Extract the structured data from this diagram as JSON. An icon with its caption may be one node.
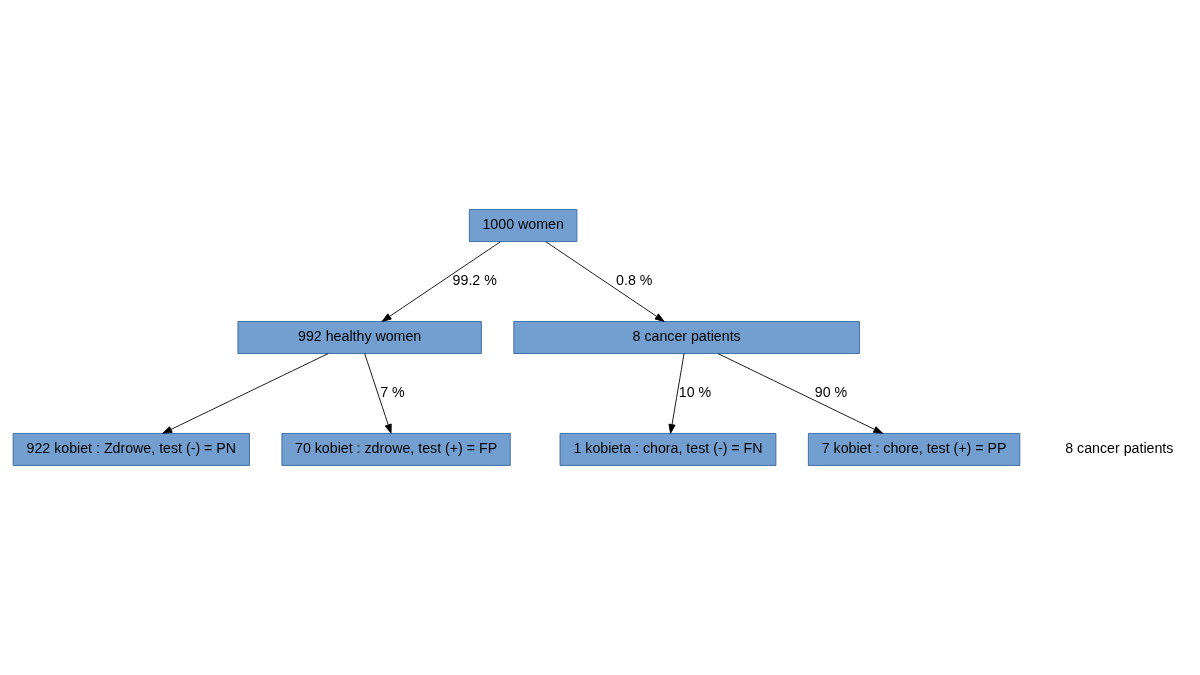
{
  "diagram": {
    "nodes": [
      {
        "text": [
          "1000 women"
        ]
      },
      {
        "text": [
          "992 healthy women"
        ]
      },
      {
        "text": [
          "8 cancer patients"
        ]
      },
      {
        "text": [
          "922 kobiet : Zdrowe, test (-) = PN"
        ]
      },
      {
        "text": [
          "70 kobiet : zdrowe, test (+) = FP"
        ]
      },
      {
        "text": [
          "1 kobieta : chora, test (-) = FN"
        ]
      },
      {
        "text": [
          "7 kobiet : chore, test (+) = PP"
        ]
      }
    ],
    "edges": [
      {
        "from": 0,
        "to": 1,
        "arrow": "to",
        "label": "99.2 %"
      },
      {
        "from": 0,
        "to": 2,
        "arrow": "to",
        "label": "0.8 %"
      },
      {
        "from": 1,
        "to": 3,
        "arrow": "to"
      },
      {
        "from": 1,
        "to": 4,
        "arrow": "to",
        "label": "7 %"
      },
      {
        "from": 2,
        "to": 5,
        "arrow": "to",
        "label": "10 %"
      },
      {
        "from": 2,
        "to": 6,
        "arrow": "to",
        "label": "90 %"
      }
    ],
    "labels": [
      "8 cancer patients"
    ]
  }
}
